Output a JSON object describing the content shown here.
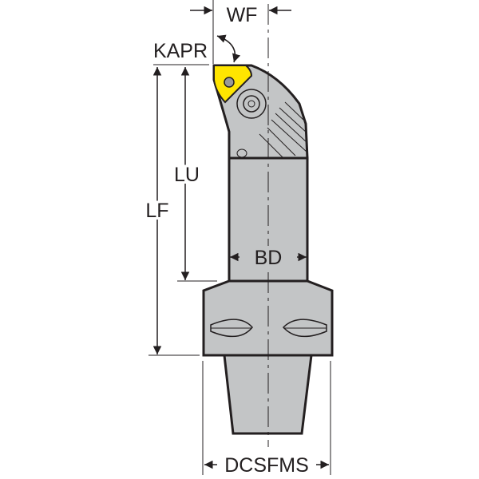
{
  "diagram": {
    "title": "Boring bar tool holder dimensions",
    "labels": {
      "wf": "WF",
      "kapr": "KAPR",
      "lu": "LU",
      "lf": "LF",
      "bd": "BD",
      "dcsfms": "DCSFMS"
    },
    "colors": {
      "body": "#c3c5c6",
      "insert": "#ffe500",
      "outline": "#231f20"
    }
  }
}
